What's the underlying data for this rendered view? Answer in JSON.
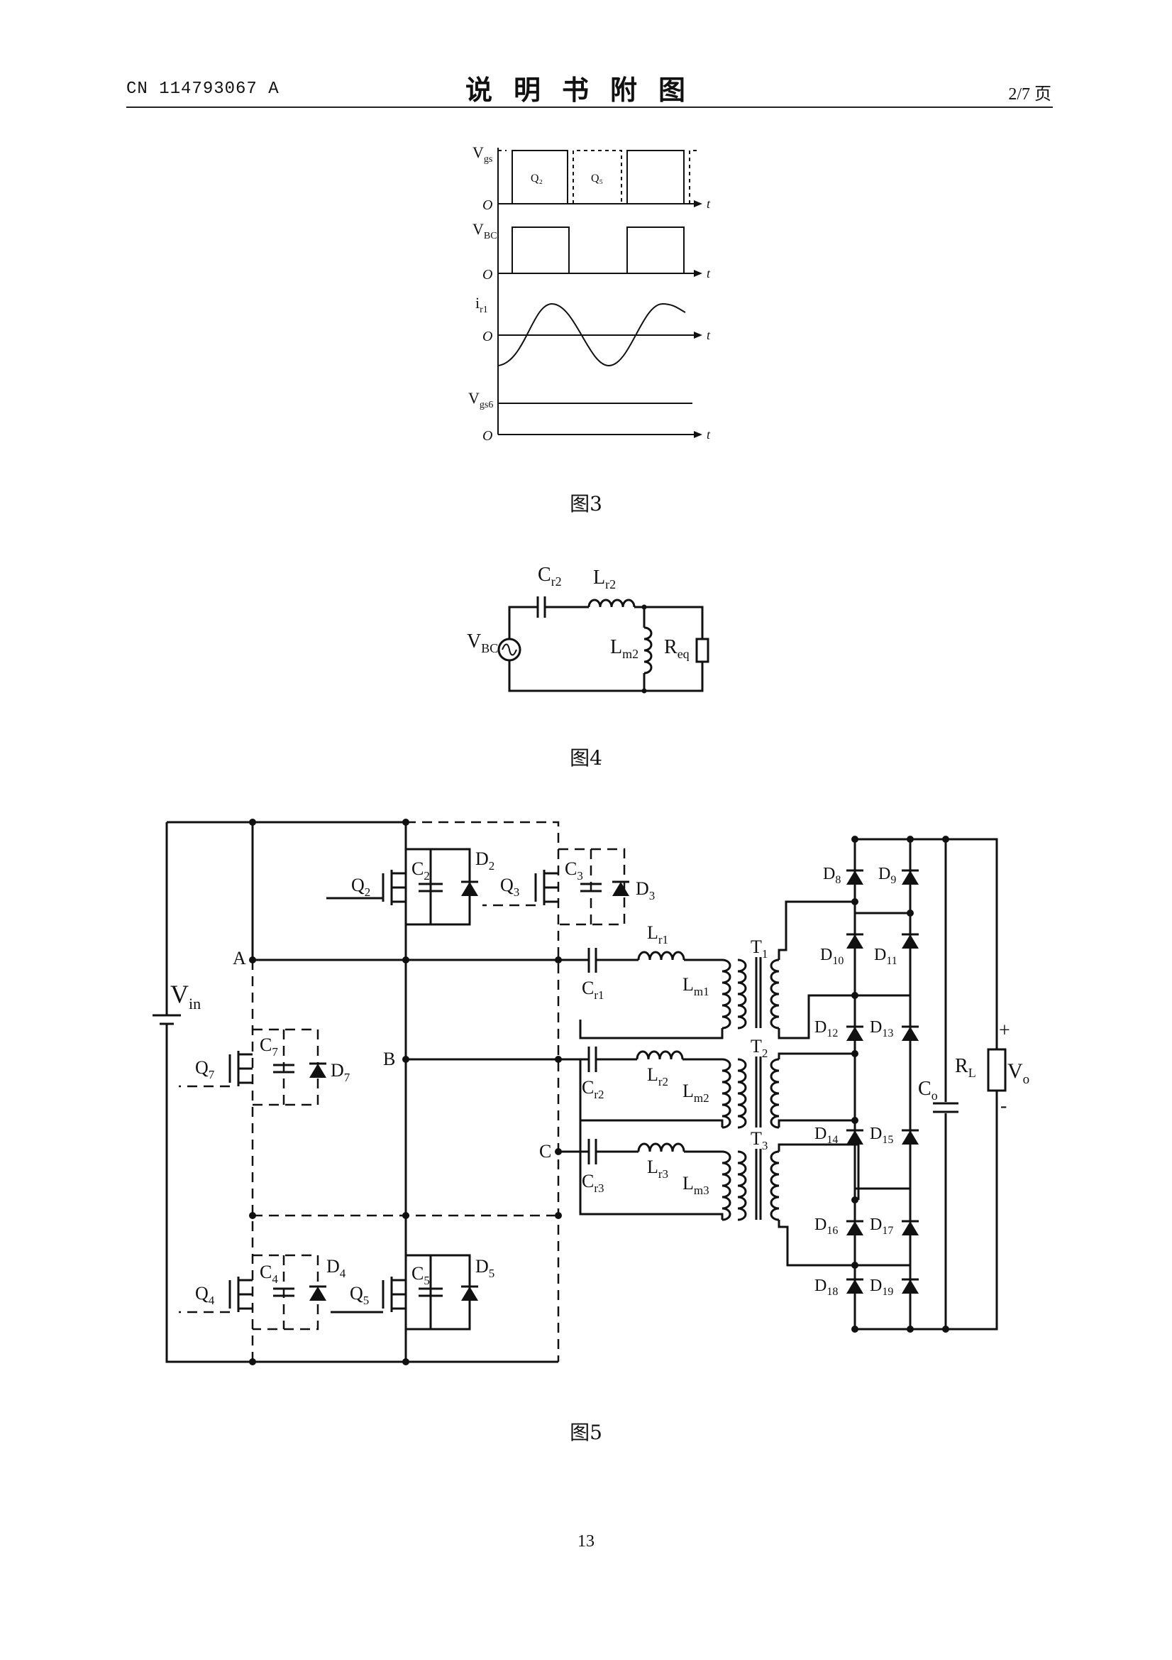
{
  "header": {
    "patent_no": "CN 114793067 A",
    "section_title": "说明书附图",
    "page_of": "2/7 页"
  },
  "figure3": {
    "caption": "图3",
    "axis_zero": "O",
    "axis_t": "t",
    "signals": {
      "vgs": {
        "main": "V",
        "sub": "gs"
      },
      "vbc": {
        "main": "V",
        "sub": "BC"
      },
      "ir1": {
        "main": "i",
        "sub": "r1"
      },
      "vgs6": {
        "main": "V",
        "sub": "gs6"
      }
    },
    "pulse_labels": {
      "q2": "Q₂",
      "q5": "Q₅"
    }
  },
  "figure4": {
    "caption": "图4",
    "labels": {
      "cr2": {
        "main": "C",
        "sub": "r2"
      },
      "lr2": {
        "main": "L",
        "sub": "r2"
      },
      "lm2": {
        "main": "L",
        "sub": "m2"
      },
      "req": {
        "main": "R",
        "sub": "eq"
      },
      "vbc": {
        "main": "V",
        "sub": "BC"
      }
    }
  },
  "figure5": {
    "caption": "图5",
    "nodes": {
      "a": "A",
      "b": "B",
      "c": "C"
    },
    "vin": {
      "main": "V",
      "sub": "in"
    },
    "switches": {
      "q2": {
        "main": "Q",
        "sub": "2"
      },
      "q3": {
        "main": "Q",
        "sub": "3"
      },
      "q4": {
        "main": "Q",
        "sub": "4"
      },
      "q5": {
        "main": "Q",
        "sub": "5"
      },
      "q7": {
        "main": "Q",
        "sub": "7"
      }
    },
    "caps": {
      "c2": {
        "main": "C",
        "sub": "2"
      },
      "c3": {
        "main": "C",
        "sub": "3"
      },
      "c4": {
        "main": "C",
        "sub": "4"
      },
      "c5": {
        "main": "C",
        "sub": "5"
      },
      "c7": {
        "main": "C",
        "sub": "7"
      }
    },
    "diodes": {
      "d2": {
        "main": "D",
        "sub": "2"
      },
      "d3": {
        "main": "D",
        "sub": "3"
      },
      "d4": {
        "main": "D",
        "sub": "4"
      },
      "d5": {
        "main": "D",
        "sub": "5"
      },
      "d7": {
        "main": "D",
        "sub": "7"
      },
      "d8": {
        "main": "D",
        "sub": "8"
      },
      "d9": {
        "main": "D",
        "sub": "9"
      },
      "d10": {
        "main": "D",
        "sub": "10"
      },
      "d11": {
        "main": "D",
        "sub": "11"
      },
      "d12": {
        "main": "D",
        "sub": "12"
      },
      "d13": {
        "main": "D",
        "sub": "13"
      },
      "d14": {
        "main": "D",
        "sub": "14"
      },
      "d15": {
        "main": "D",
        "sub": "15"
      },
      "d16": {
        "main": "D",
        "sub": "16"
      },
      "d17": {
        "main": "D",
        "sub": "17"
      },
      "d18": {
        "main": "D",
        "sub": "18"
      },
      "d19": {
        "main": "D",
        "sub": "19"
      }
    },
    "resonant": {
      "cr1": {
        "main": "C",
        "sub": "r1"
      },
      "lr1": {
        "main": "L",
        "sub": "r1"
      },
      "lm1": {
        "main": "L",
        "sub": "m1"
      },
      "cr2": {
        "main": "C",
        "sub": "r2"
      },
      "lr2": {
        "main": "L",
        "sub": "r2"
      },
      "lm2": {
        "main": "L",
        "sub": "m2"
      },
      "cr3": {
        "main": "C",
        "sub": "r3"
      },
      "lr3": {
        "main": "L",
        "sub": "r3"
      },
      "lm3": {
        "main": "L",
        "sub": "m3"
      }
    },
    "transformers": {
      "t1": {
        "main": "T",
        "sub": "1"
      },
      "t2": {
        "main": "T",
        "sub": "2"
      },
      "t3": {
        "main": "T",
        "sub": "3"
      }
    },
    "output": {
      "co": {
        "main": "C",
        "sub": "o"
      },
      "rl": {
        "main": "R",
        "sub": "L"
      },
      "vo": {
        "main": "V",
        "sub": "o"
      },
      "plus": "+",
      "minus": "-"
    }
  },
  "page_number": "13"
}
